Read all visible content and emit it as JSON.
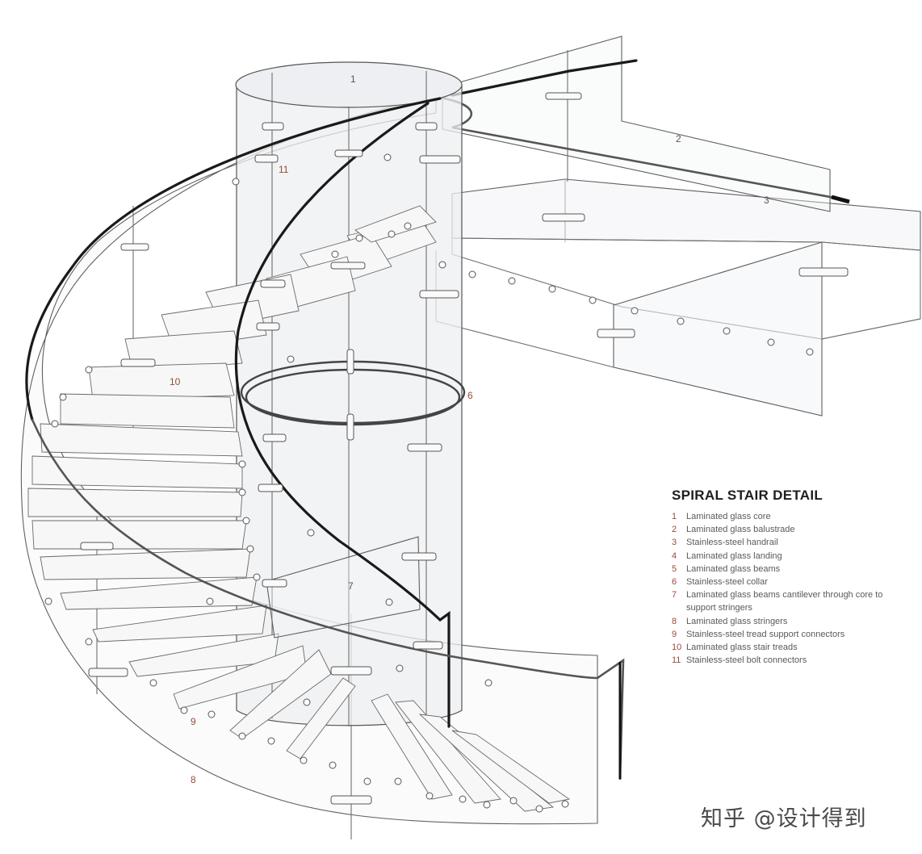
{
  "callouts": {
    "c1": "1",
    "c2": "2",
    "c3": "3",
    "c6": "6",
    "c7": "7",
    "c8": "8",
    "c9": "9",
    "c10": "10",
    "c11": "11"
  },
  "legend": {
    "title": "SPIRAL STAIR DETAIL",
    "items": [
      {
        "num": "1",
        "text": "Laminated glass core"
      },
      {
        "num": "2",
        "text": "Laminated glass balustrade"
      },
      {
        "num": "3",
        "text": "Stainless-steel handrail"
      },
      {
        "num": "4",
        "text": "Laminated glass landing"
      },
      {
        "num": "5",
        "text": "Laminated glass beams"
      },
      {
        "num": "6",
        "text": "Stainless-steel collar"
      },
      {
        "num": "7",
        "text": "Laminated glass beams cantilever through core to support stringers"
      },
      {
        "num": "8",
        "text": "Laminated glass stringers"
      },
      {
        "num": "9",
        "text": "Stainless-steel tread support connectors"
      },
      {
        "num": "10",
        "text": "Laminated glass stair treads"
      },
      {
        "num": "11",
        "text": "Stainless-steel bolt connectors"
      }
    ]
  },
  "watermark": "知乎 @设计得到"
}
